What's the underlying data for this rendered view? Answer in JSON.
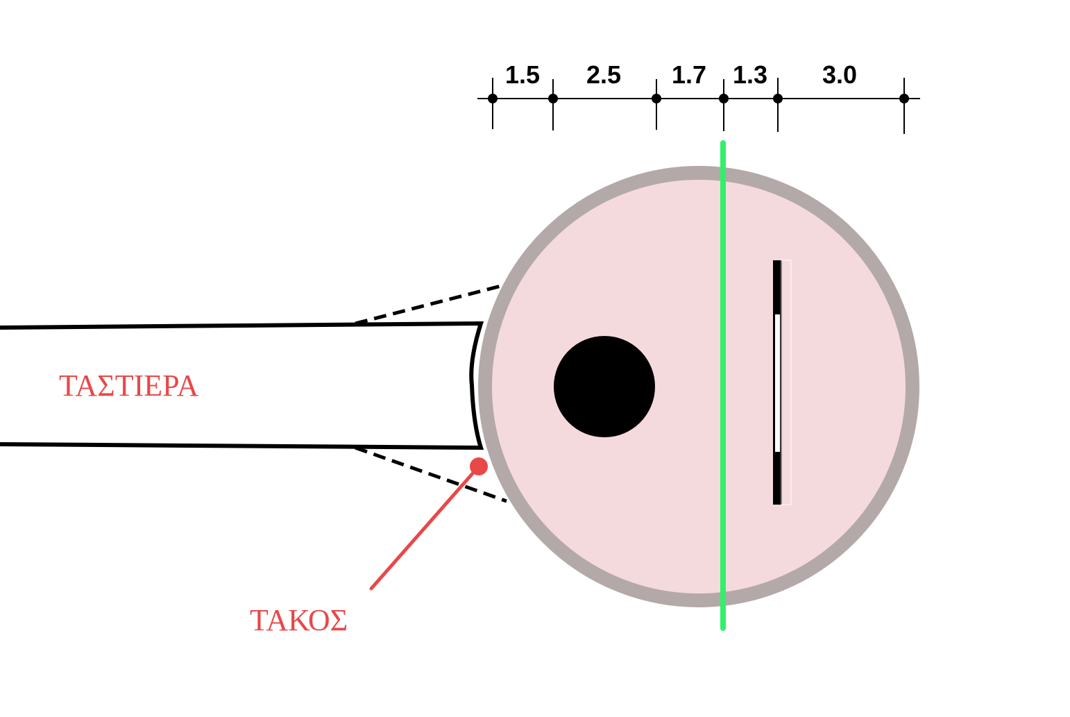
{
  "labels": {
    "fingerboard": "ΤΑΣΤΙΕΡΑ",
    "block": "ΤΑΚΟΣ"
  },
  "dimensions": [
    "1.5",
    "2.5",
    "1.7",
    "1.3",
    "3.0"
  ],
  "colors": {
    "ring": "#b3a9a9",
    "body": "#f5dadd",
    "label": "#e84848",
    "centerline": "#34ef6a"
  }
}
